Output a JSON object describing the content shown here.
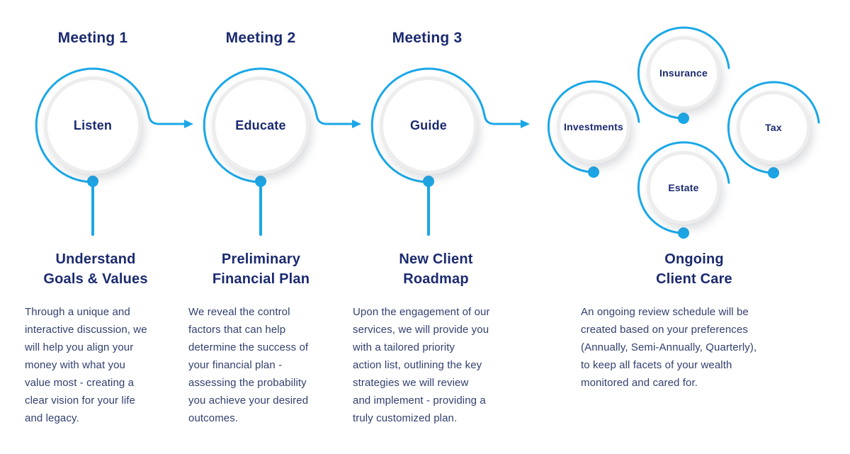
{
  "palette": {
    "accent_blue": "#1aa7e8",
    "heading_navy": "#1b2a70",
    "body_navy": "#32406f",
    "circle_ring_gray": "#ededed"
  },
  "meetings": [
    {
      "title": "Meeting 1",
      "circle_label": "Listen",
      "section_heading": "Understand\nGoals & Values",
      "section_body": "Through a unique and\ninteractive discussion, we\nwill help you align your\nmoney with what you\nvalue most - creating a\nclear vision for your life\nand legacy."
    },
    {
      "title": "Meeting 2",
      "circle_label": "Educate",
      "section_heading": "Preliminary\nFinancial Plan",
      "section_body": "We reveal the control\nfactors that can help\ndetermine the success of\nyour financial plan -\nassessing the probability\nyou achieve your desired\noutcomes."
    },
    {
      "title": "Meeting 3",
      "circle_label": "Guide",
      "section_heading": "New Client\nRoadmap",
      "section_body": "Upon the engagement of our\nservices, we will provide you\nwith a tailored priority\naction list, outlining the key\nstrategies we will review\nand implement - providing a\ntruly customized plan."
    }
  ],
  "ongoing_care": {
    "circle_labels": [
      "Investments",
      "Insurance",
      "Tax",
      "Estate"
    ],
    "section_heading": "Ongoing\nClient Care",
    "section_body": "An ongoing review schedule will be\ncreated based on your preferences\n(Annually, Semi-Annually, Quarterly),\nto keep all facets of your wealth\nmonitored and cared for."
  }
}
